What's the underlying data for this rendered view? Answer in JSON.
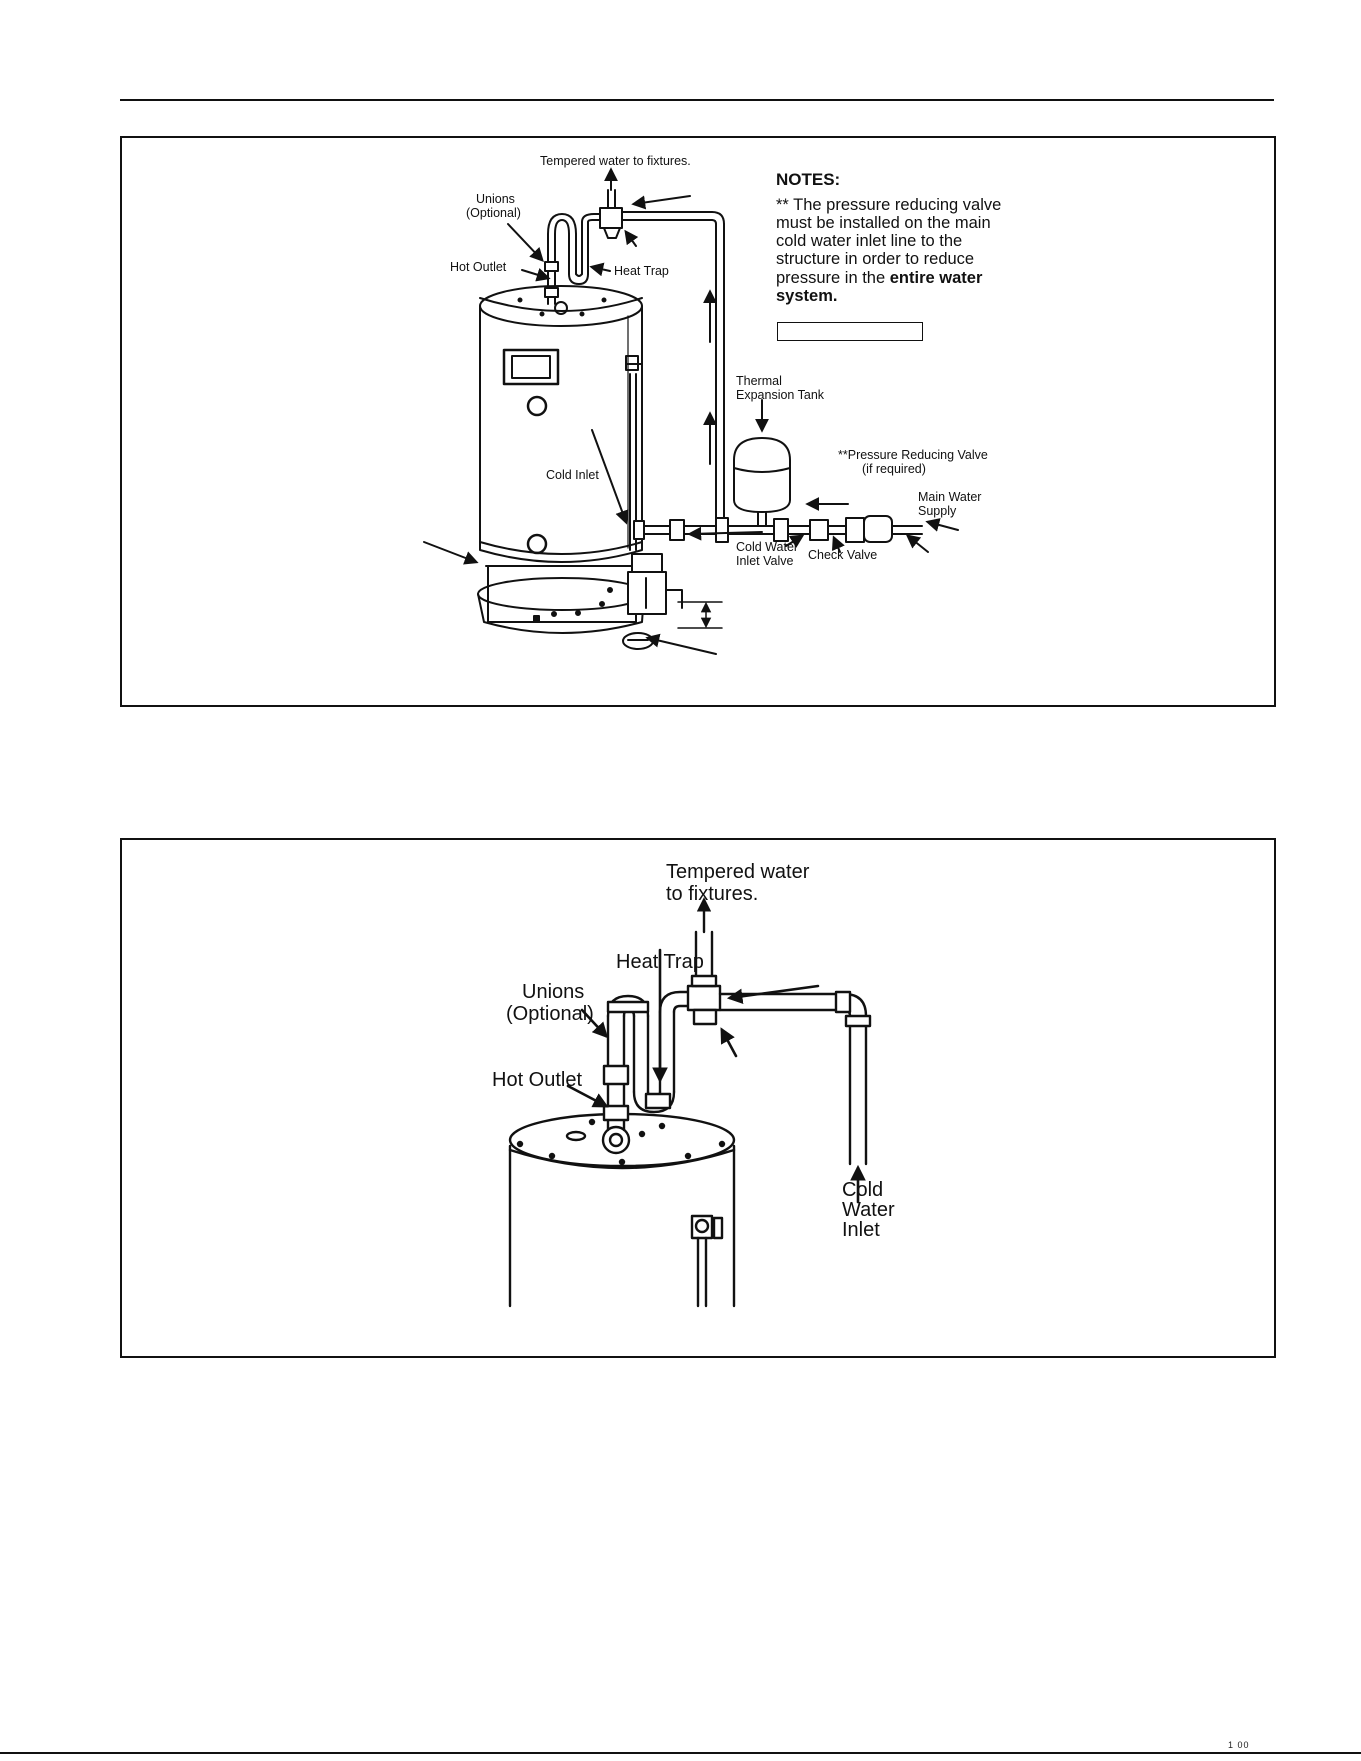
{
  "figure1": {
    "labels": {
      "tempered_water": "Tempered water to fixtures.",
      "unions": "Unions",
      "unions_optional": "(Optional)",
      "hot_outlet": "Hot Outlet",
      "heat_trap": "Heat Trap",
      "thermal_1": "Thermal",
      "thermal_2": "Expansion Tank",
      "prv_1": "**Pressure Reducing Valve",
      "prv_2": "(if required)",
      "main_water_1": "Main Water",
      "main_water_2": "Supply",
      "cold_inlet": "Cold Inlet",
      "cold_water_inlet_valve_1": "Cold Water",
      "cold_water_inlet_valve_2": "Inlet Valve",
      "check_valve": "Check Valve"
    },
    "notes": {
      "title": "NOTES:",
      "body": "** The pressure reducing valve must be installed on the main cold water inlet line to the structure in order to reduce pressure in the",
      "body_bold": "entire water system."
    }
  },
  "figure2": {
    "labels": {
      "tempered_1": "Tempered water",
      "tempered_2": "to fixtures.",
      "heat_trap": "Heat Trap",
      "unions": "Unions",
      "unions_optional": "(Optional)",
      "hot_outlet": "Hot Outlet",
      "cold_1": "Cold",
      "cold_2": "Water",
      "cold_3": "Inlet"
    }
  },
  "footer": {
    "code": "1 00"
  }
}
